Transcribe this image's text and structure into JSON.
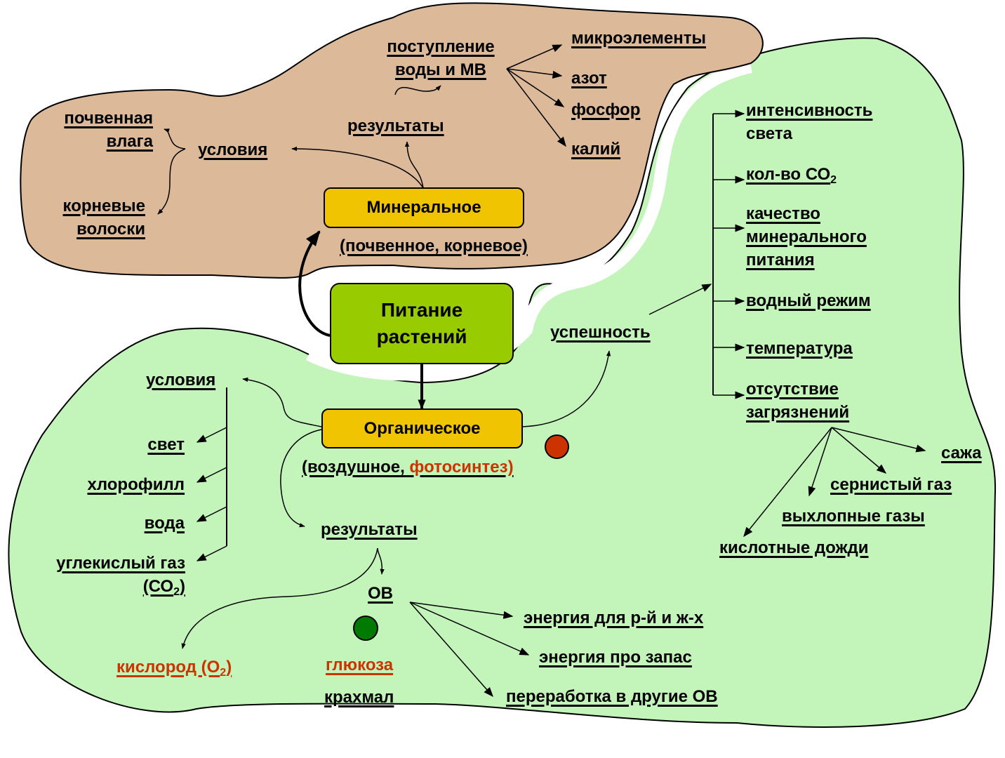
{
  "colors": {
    "mineral_region": "#dcb998",
    "organic_region": "#c3f5bb",
    "central_box": "#99cc00",
    "type_box": "#f0c400",
    "accent_red": "#cc3300",
    "dot_red": "#cc3300",
    "dot_green": "#007a00"
  },
  "central": {
    "line1": "Питание",
    "line2": "растений"
  },
  "mineral": {
    "box_label": "Минеральное",
    "subtitle": "(почвенное, корневое)",
    "conditions": {
      "label": "условия",
      "items": [
        {
          "line1": "почвенная",
          "line2": "влага"
        },
        {
          "line1": "корневые",
          "line2": "волоски"
        }
      ]
    },
    "results": {
      "label": "результаты",
      "intake": {
        "line1": "поступление",
        "line2": "воды и МВ"
      },
      "elements": [
        "микроэлементы",
        "азот",
        "фосфор",
        "калий"
      ]
    }
  },
  "organic": {
    "box_label": "Органическое",
    "subtitle_prefix": "(воздушное, ",
    "subtitle_highlight": "фотосинтез)",
    "conditions": {
      "label": "условия",
      "items": [
        "свет",
        "хлорофилл",
        "вода",
        "углекислый газ"
      ],
      "co2_prefix": "(СО",
      "co2_sub": "2",
      "co2_suffix": ")"
    },
    "success": {
      "label": "успешность",
      "factors": [
        {
          "line1": "интенсивность",
          "line2": "света"
        },
        {
          "text": "кол-во СО",
          "sub": "2"
        },
        {
          "line1": "качество",
          "line2": "минерального",
          "line3": "питания"
        },
        {
          "text": "водный режим"
        },
        {
          "text": "температура"
        },
        {
          "line1": "отсутствие",
          "line2": "загрязнений"
        }
      ],
      "pollutants": [
        "сажа",
        "сернистый газ",
        "выхлопные газы",
        "кислотные дожди"
      ]
    },
    "results": {
      "label": "результаты",
      "oxygen_prefix": "кислород (О",
      "oxygen_sub": "2",
      "oxygen_suffix": ")",
      "ov": "ОВ",
      "glucose": "глюкоза",
      "starch": "крахмал",
      "uses": [
        "энергия для р-й и ж-х",
        "энергия про запас",
        "переработка в другие ОВ"
      ]
    }
  }
}
